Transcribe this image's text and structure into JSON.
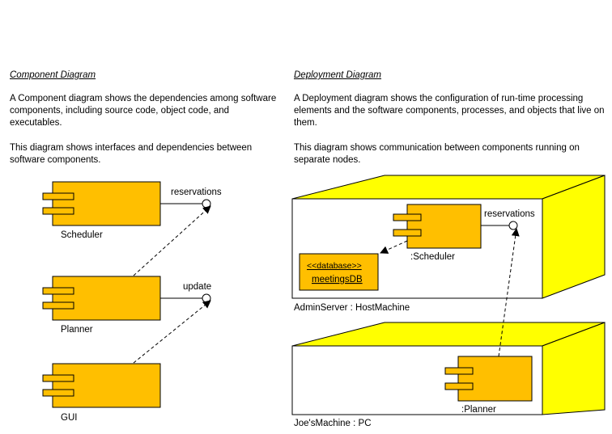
{
  "component_section": {
    "heading": "Component Diagram",
    "para1": "A Component diagram shows the dependencies among software components, including source code, object code, and executables.",
    "para2": "This diagram shows interfaces and dependencies between software components.",
    "components": {
      "scheduler": "Scheduler",
      "planner": "Planner",
      "gui": "GUI"
    },
    "interfaces": {
      "reservations": "reservations",
      "update": "update"
    }
  },
  "deployment_section": {
    "heading": "Deployment Diagram",
    "para1": "A Deployment diagram shows the configuration of run-time processing elements and the software components, processes, and objects that live on them.",
    "para2": "This diagram shows communication between components running on separate nodes.",
    "nodes": {
      "admin_server": "AdminServer : HostMachine",
      "joes_machine": "Joe'sMachine : PC"
    },
    "components": {
      "scheduler": ":Scheduler",
      "planner": ":Planner"
    },
    "interface": "reservations",
    "database": {
      "stereotype": "<<database>>",
      "name": "meetingsDB"
    }
  },
  "colors": {
    "component_fill": "#FFBF00",
    "node_side_fill": "#FFFF00",
    "outline": "#000000"
  }
}
